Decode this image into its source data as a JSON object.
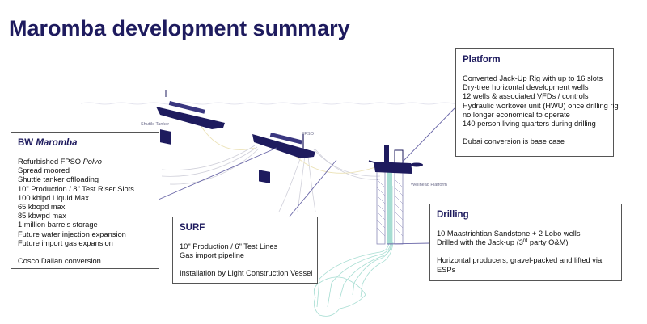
{
  "title": "Maromba development summary",
  "labels": {
    "shuttle_tanker": "Shuttle Tanker",
    "fpso": "FPSO",
    "wellhead_platform": "Wellhead Platform"
  },
  "bw_maromba": {
    "heading_prefix": "BW ",
    "heading_italic": "Maromba",
    "item0_prefix": "Refurbished FPSO ",
    "item0_italic": "Polvo",
    "items": [
      "Spread moored",
      "Shuttle tanker offloading",
      "10\" Production / 8\" Test Riser Slots",
      "100 kblpd Liquid Max",
      "65 kbopd max",
      "85 kbwpd max",
      "1 million barrels storage",
      "Future water injection expansion",
      "Future import gas expansion"
    ],
    "footer": "Cosco Dalian conversion"
  },
  "platform": {
    "heading": "Platform",
    "items": [
      "Converted Jack-Up Rig with up to 16 slots",
      "Dry-tree horizontal development wells",
      "12 wells & associated VFDs / controls",
      "Hydraulic workover unit (HWU) once drilling rig",
      "no longer economical to operate",
      "140 person living quarters during drilling"
    ],
    "footer": "Dubai conversion is base case"
  },
  "surf": {
    "heading": "SURF",
    "items": [
      "10\" Production / 6\" Test Lines",
      "Gas import pipeline"
    ],
    "footer": "Installation by Light Construction Vessel"
  },
  "drilling": {
    "heading": "Drilling",
    "line1": "10 Maastrichtian Sandstone + 2 Lobo wells",
    "line2_prefix": "Drilled with the Jack-up (3",
    "line2_sup": "rd",
    "line2_suffix": " party O&M)",
    "footer_line1": "Horizontal producers, gravel-packed and lifted via",
    "footer_line2": "ESPs"
  },
  "colors": {
    "navy": "#1e1b5e",
    "leader": "#6a67a8",
    "riser_grey": "#c8c8d4",
    "flowline_yellow": "#e6dcaa",
    "well_teal": "#9fdcd0"
  }
}
